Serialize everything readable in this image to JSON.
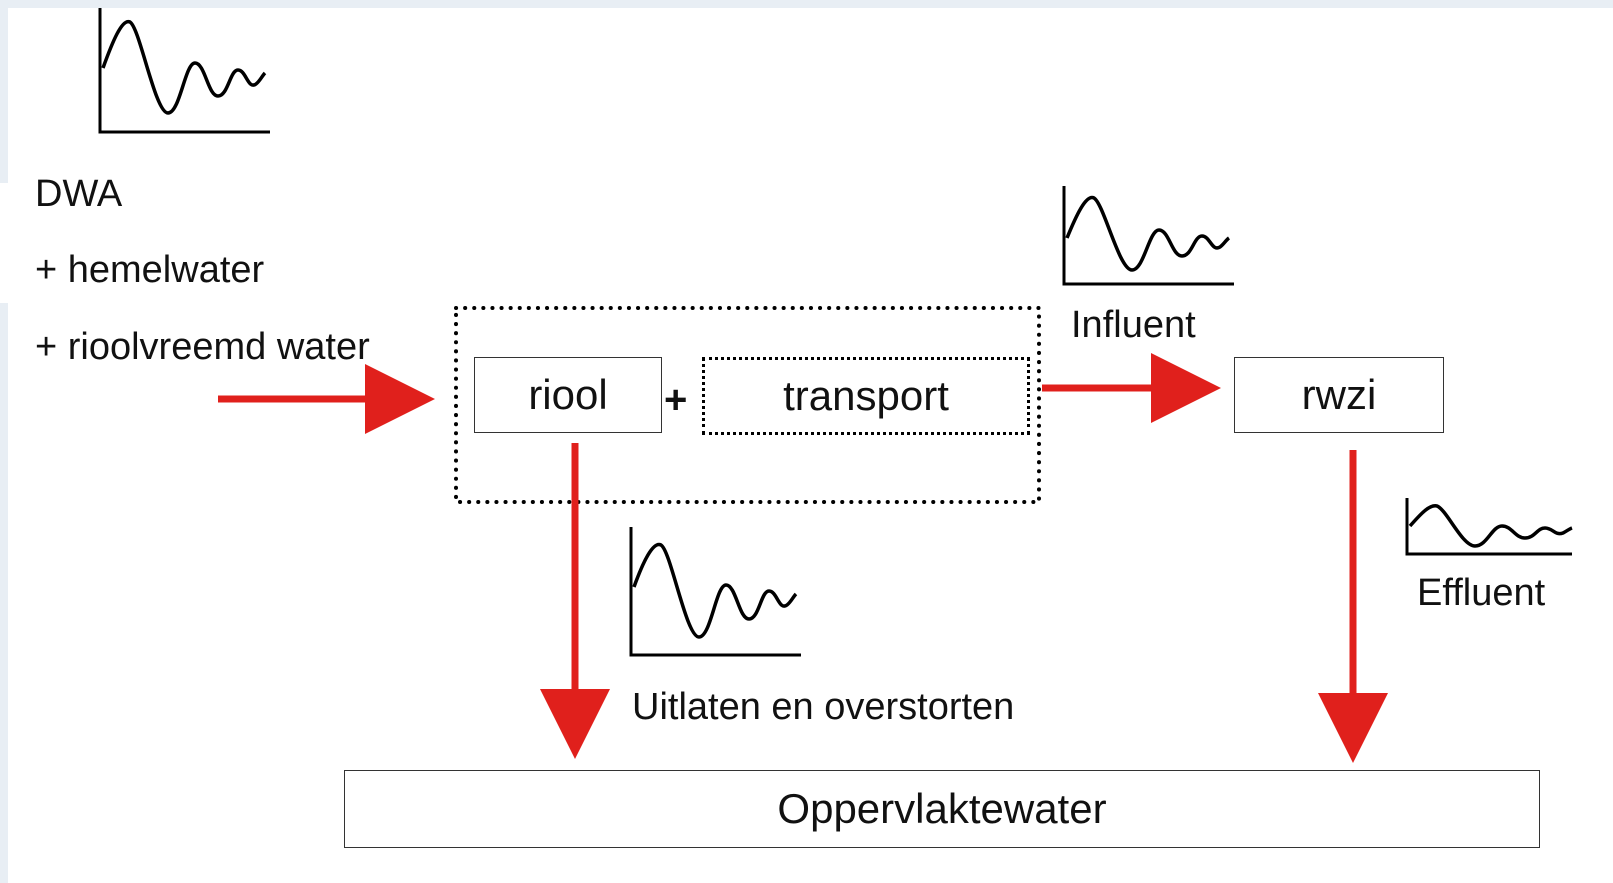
{
  "inputs": {
    "line1": "DWA",
    "line2": "+ hemelwater",
    "line3": "+ rioolvreemd water"
  },
  "nodes": {
    "riool": "riool",
    "plus": "+",
    "transport": "transport",
    "rwzi": "rwzi",
    "oppervlaktewater": "Oppervlaktewater"
  },
  "labels": {
    "influent": "Influent",
    "uitlaten": "Uitlaten en overstorten",
    "effluent": "Effluent"
  },
  "colors": {
    "arrow": "#e0201c",
    "background": "#e8eef4",
    "panel": "#ffffff",
    "line": "#000000"
  },
  "icons": {
    "hydrograph": "hydrograph-icon"
  }
}
